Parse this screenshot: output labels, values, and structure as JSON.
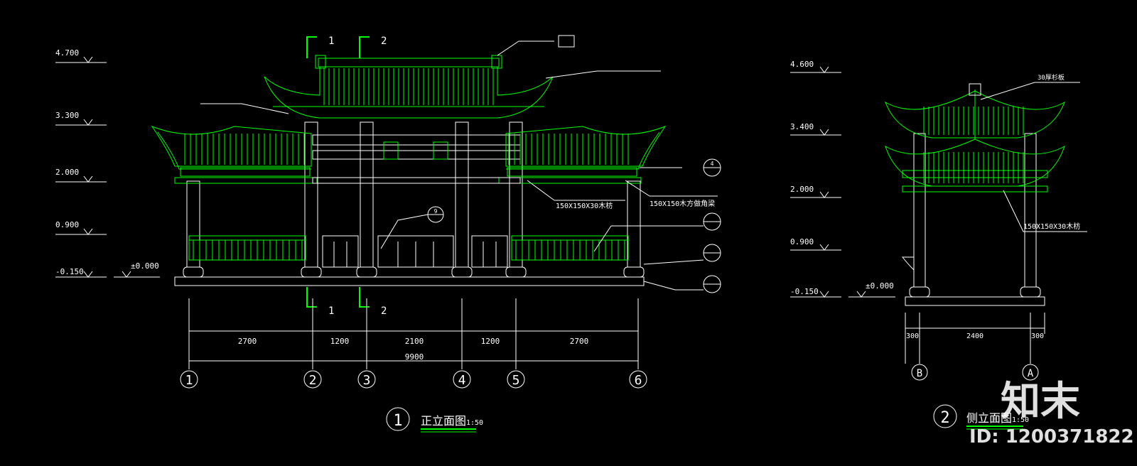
{
  "front": {
    "levels": [
      "4.700",
      "3.300",
      "2.000",
      "0.900",
      "-0.150"
    ],
    "ground": "±0.000",
    "section_marks": [
      "1",
      "2"
    ],
    "dims_top": [
      "2700",
      "1200",
      "2100",
      "1200",
      "2700"
    ],
    "dim_total": "9900",
    "axes": [
      "1",
      "2",
      "3",
      "4",
      "5",
      "6"
    ],
    "callouts": {
      "beam": "150X150X30木枋",
      "beam2": "150X150木方做角梁",
      "detail_ref": "9"
    },
    "title_num": "1",
    "title": "正立面图",
    "scale": "1:50"
  },
  "side": {
    "levels": [
      "4.600",
      "3.400",
      "2.000",
      "0.900",
      "-0.150"
    ],
    "ground": "±0.000",
    "dims": [
      "300",
      "2400",
      "300"
    ],
    "axes": [
      "B",
      "A"
    ],
    "callouts": {
      "beam": "150X150X30木枋",
      "top": "30厚杉板"
    },
    "title_num": "2",
    "title": "侧立面图",
    "scale": "1:50"
  },
  "watermark": {
    "brand": "知末",
    "id": "ID: 1200371822"
  }
}
